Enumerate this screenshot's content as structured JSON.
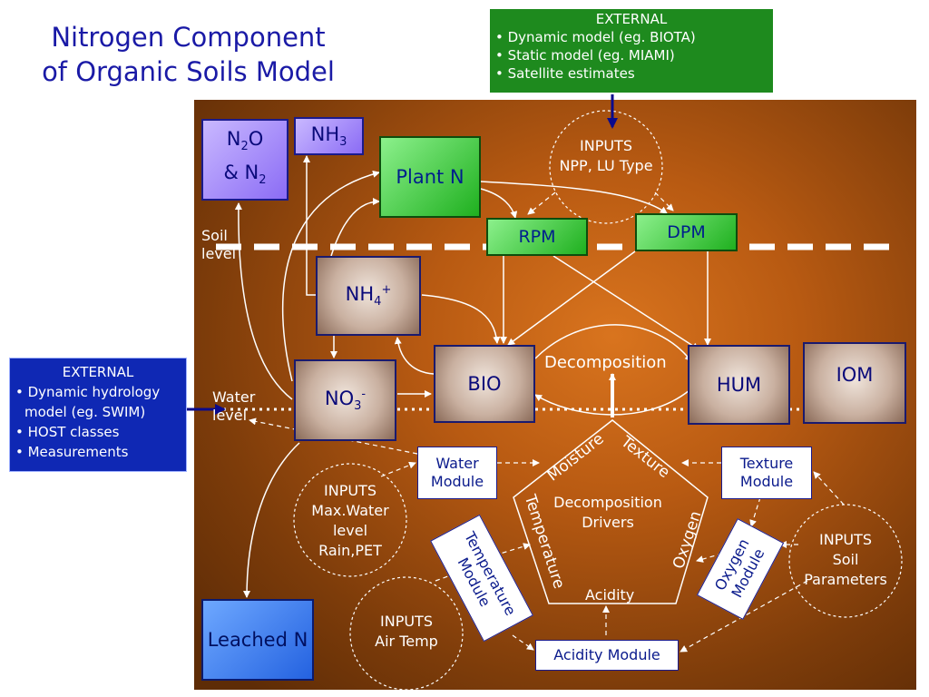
{
  "title": {
    "line1": "Nitrogen Component",
    "line2": "of Organic Soils Model"
  },
  "external_top": {
    "header": "EXTERNAL",
    "items": [
      "• Dynamic model (eg. BIOTA)",
      "• Static model (eg. MIAMI)",
      "• Satellite estimates"
    ]
  },
  "external_left": {
    "header": "EXTERNAL",
    "items": [
      "• Dynamic hydrology",
      "model (eg. SWIM)",
      "• HOST classes",
      "• Measurements"
    ]
  },
  "pools": {
    "n2o_line1_main": "N",
    "n2o_line1_sub": "2",
    "n2o_line1_end": "O",
    "n2o_line2_main": "& N",
    "n2o_line2_sub": "2",
    "nh3_main": "NH",
    "nh3_sub": "3",
    "plant_n": "Plant N",
    "rpm": "RPM",
    "dpm": "DPM",
    "nh4_main": "NH",
    "nh4_sub": "4",
    "nh4_sup": "+",
    "no3_main": "NO",
    "no3_sub": "3",
    "no3_sup": "-",
    "bio": "BIO",
    "hum": "HUM",
    "iom": "IOM",
    "leached_n": "Leached N"
  },
  "modules": {
    "water": [
      "Water",
      "Module"
    ],
    "texture": [
      "Texture",
      "Module"
    ],
    "temperature": [
      "Temperature",
      "Module"
    ],
    "oxygen": [
      "Oxygen",
      "Module"
    ],
    "acidity": "Acidity Module"
  },
  "inputs": {
    "npp": [
      "INPUTS",
      "NPP, LU Type"
    ],
    "water": [
      "INPUTS",
      "Max.Water",
      "level",
      "Rain,PET"
    ],
    "air": [
      "INPUTS",
      "Air Temp"
    ],
    "soil": [
      "INPUTS",
      "Soil",
      "Parameters"
    ]
  },
  "labels": {
    "soil_level": [
      "Soil",
      "level"
    ],
    "water_level": [
      "Water",
      "level"
    ],
    "decomposition": "Decomposition"
  },
  "drivers": {
    "center": [
      "Decomposition",
      "Drivers"
    ],
    "moisture": "Moisture",
    "texture": "Texture",
    "temperature": "Temperature",
    "oxygen": "Oxygen",
    "acidity": "Acidity"
  },
  "colors": {
    "title": "#1a1aa6",
    "external_top_bg": "#1e8a1e",
    "external_left_bg": "#0f28b4",
    "panel": "#b85a12",
    "arrow_blue": "#0a0a8c"
  }
}
